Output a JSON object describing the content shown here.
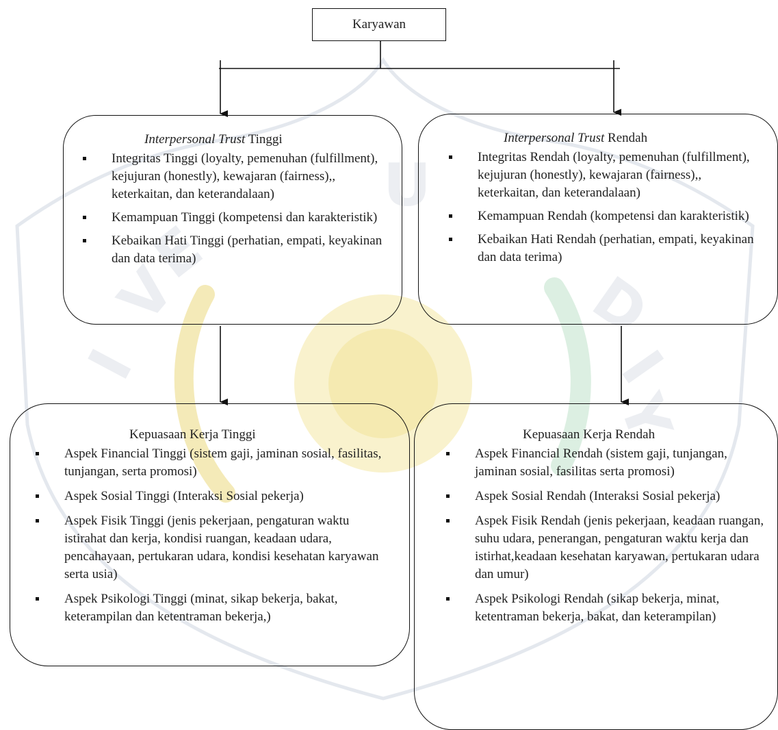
{
  "root": {
    "label": "Karyawan"
  },
  "interpersonal_tinggi": {
    "title_italic": "Interpersonal Trust",
    "title_rest": " Tinggi",
    "items": [
      "Integritas Tinggi (loyalty, pemenuhan (fulfillment), kejujuran (honestly), kewajaran (fairness),, keterkaitan, dan keterandalaan)",
      "Kemampuan Tinggi (kompetensi dan karakteristik)",
      "Kebaikan Hati Tinggi (perhatian, empati, keyakinan dan data terima)"
    ]
  },
  "interpersonal_rendah": {
    "title_italic": "Interpersonal Trust",
    "title_rest": " Rendah",
    "items": [
      "Integritas Rendah (loyalty, pemenuhan (fulfillment), kejujuran (honestly), kewajaran (fairness),, keterkaitan, dan keterandalaan)",
      "Kemampuan Rendah (kompetensi dan karakteristik)",
      "Kebaikan Hati Rendah (perhatian, empati, keyakinan dan data terima)"
    ]
  },
  "kepuasan_tinggi": {
    "title": "Kepuasaan Kerja Tinggi",
    "items": [
      "Aspek Financial Tinggi (sistem gaji, jaminan sosial, fasilitas, tunjangan, serta promosi)",
      "Aspek Sosial Tinggi (Interaksi Sosial pekerja)",
      "Aspek Fisik Tinggi (jenis pekerjaan, pengaturan waktu istirahat dan kerja, kondisi ruangan, keadaan udara, pencahayaan, pertukaran udara, kondisi kesehatan karyawan serta usia)",
      "Aspek Psikologi Tinggi (minat, sikap bekerja, bakat, keterampilan dan ketentraman bekerja,)"
    ]
  },
  "kepuasan_rendah": {
    "title": "Kepuasaan Kerja Rendah",
    "items": [
      "Aspek Financial Rendah (sistem gaji, tunjangan, jaminan sosial, fasilitas serta promosi)",
      "Aspek Sosial Rendah (Interaksi Sosial pekerja)",
      "Aspek Fisik Rendah (jenis pekerjaan, keadaan ruangan, suhu udara, penerangan, pengaturan waktu kerja dan istirhat,keadaan kesehatan karyawan, pertukaran udara dan umur)",
      "Aspek Psikologi Rendah (sikap bekerja, minat, ketentraman bekerja, bakat, dan keterampilan)"
    ]
  },
  "colors": {
    "line": "#111111",
    "text": "#222222",
    "watermark_outline": "#e4e8ee",
    "watermark_gold": "#f7efc0",
    "watermark_green": "#dcefe2",
    "watermark_letters": "#eceef2"
  }
}
